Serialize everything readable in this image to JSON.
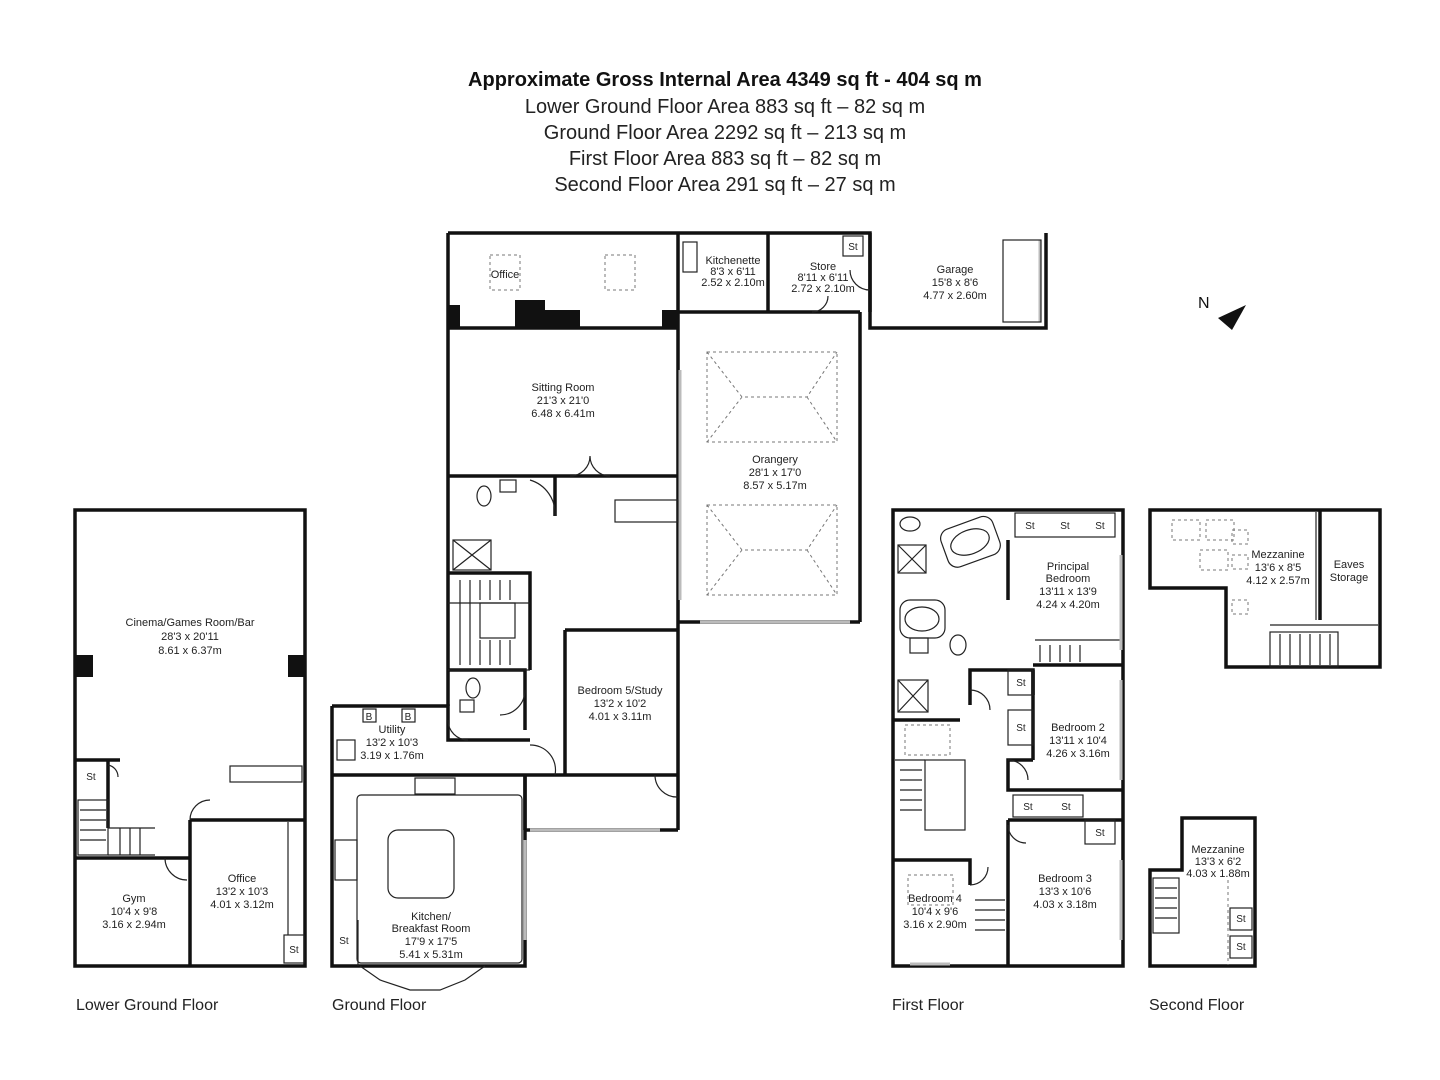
{
  "header": {
    "total": "Approximate Gross Internal Area 4349 sq ft - 404 sq m",
    "lines": [
      "Lower Ground Floor Area 883 sq ft – 82 sq m",
      "Ground Floor Area 2292 sq ft – 213 sq m",
      "First Floor Area 883 sq ft – 82 sq m",
      "Second Floor Area 291 sq ft – 27 sq m"
    ]
  },
  "compass": {
    "label": "N"
  },
  "floors": {
    "lower_ground": "Lower Ground Floor",
    "ground": "Ground Floor",
    "first": "First Floor",
    "second": "Second Floor"
  },
  "rooms": {
    "cinema": {
      "name": "Cinema/Games Room/Bar",
      "imperial": "28'3 x 20'11",
      "metric": "8.61 x 6.37m"
    },
    "gym": {
      "name": "Gym",
      "imperial": "10'4 x 9'8",
      "metric": "3.16 x 2.94m"
    },
    "lg_office": {
      "name": "Office",
      "imperial": "13'2 x 10'3",
      "metric": "4.01 x 3.12m"
    },
    "g_office": {
      "name": "Office"
    },
    "kitchenette": {
      "name": "Kitchenette",
      "imperial": "8'3 x 6'11",
      "metric": "2.52 x 2.10m"
    },
    "store": {
      "name": "Store",
      "imperial": "8'11 x 6'11",
      "metric": "2.72 x 2.10m"
    },
    "garage": {
      "name": "Garage",
      "imperial": "15'8 x 8'6",
      "metric": "4.77 x 2.60m"
    },
    "sitting": {
      "name": "Sitting Room",
      "imperial": "21'3 x 21'0",
      "metric": "6.48 x 6.41m"
    },
    "orangery": {
      "name": "Orangery",
      "imperial": "28'1 x 17'0",
      "metric": "8.57 x 5.17m"
    },
    "bedroom5": {
      "name": "Bedroom 5/Study",
      "imperial": "13'2 x 10'2",
      "metric": "4.01 x 3.11m"
    },
    "utility": {
      "name": "Utility",
      "imperial": "13'2 x 10'3",
      "metric": "3.19 x 1.76m"
    },
    "kitchen": {
      "name": "Kitchen/",
      "name2": "Breakfast Room",
      "imperial": "17'9 x 17'5",
      "metric": "5.41 x 5.31m"
    },
    "principal": {
      "name": "Principal",
      "name2": "Bedroom",
      "imperial": "13'11 x 13'9",
      "metric": "4.24 x 4.20m"
    },
    "bedroom2": {
      "name": "Bedroom 2",
      "imperial": "13'11 x 10'4",
      "metric": "4.26 x 3.16m"
    },
    "bedroom3": {
      "name": "Bedroom 3",
      "imperial": "13'3 x 10'6",
      "metric": "4.03 x 3.18m"
    },
    "bedroom4": {
      "name": "Bedroom 4",
      "imperial": "10'4 x 9'6",
      "metric": "3.16 x 2.90m"
    },
    "mezz1": {
      "name": "Mezzanine",
      "imperial": "13'6 x 8'5",
      "metric": "4.12 x 2.57m"
    },
    "eaves": {
      "name": "Eaves",
      "name2": "Storage"
    },
    "mezz2": {
      "name": "Mezzanine",
      "imperial": "13'3 x 6'2",
      "metric": "4.03 x 1.88m"
    }
  },
  "labels": {
    "store_short": "St",
    "boiler": "B"
  }
}
